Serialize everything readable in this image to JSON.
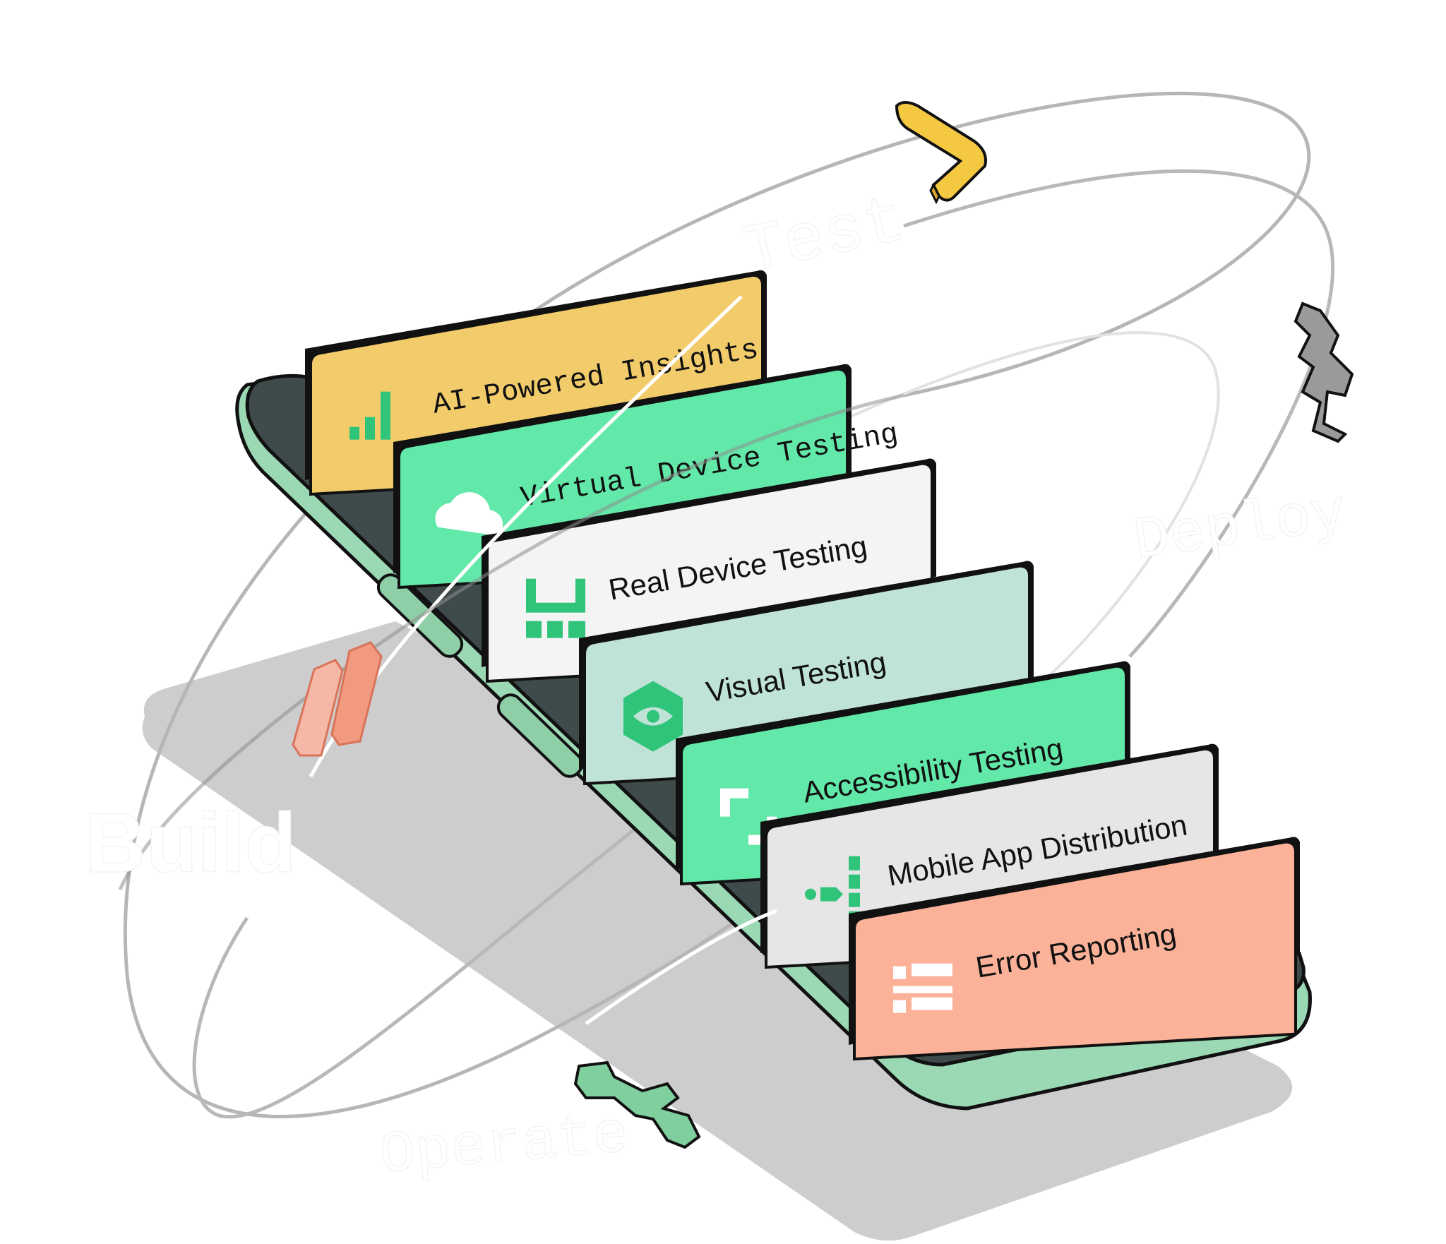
{
  "cards": [
    {
      "label": "AI-Powered Insights",
      "color": "#f2cc6b",
      "icon": "bar-chart-icon"
    },
    {
      "label": "Virtual Device Testing",
      "color": "#62e8a8",
      "icon": "cloud-icon"
    },
    {
      "label": "Real Device Testing",
      "color": "#f4f4f4",
      "icon": "device-grid-icon"
    },
    {
      "label": "Visual Testing",
      "color": "#bfe3d6",
      "icon": "eye-hexagon-icon"
    },
    {
      "label": "Accessibility Testing",
      "color": "#62e8a8",
      "icon": "corner-brackets-icon"
    },
    {
      "label": "Mobile App Distribution",
      "color": "#e6e6e6",
      "icon": "distribution-icon"
    },
    {
      "label": "Error Reporting",
      "color": "#fbb299",
      "icon": "report-list-icon"
    }
  ],
  "stages": {
    "test": "Test",
    "deploy": "Deploy",
    "build": "Build",
    "operate": "Operate"
  },
  "colors": {
    "phone_body": "#9bd8b4",
    "phone_screen": "#3f4b4a",
    "shadow": "#cccccc",
    "orbit": "#b3b3b3",
    "accent_yellow": "#f5c842",
    "accent_gray": "#9a9a9a",
    "accent_coral": "#f29a80",
    "accent_green": "#7fcf9f"
  }
}
